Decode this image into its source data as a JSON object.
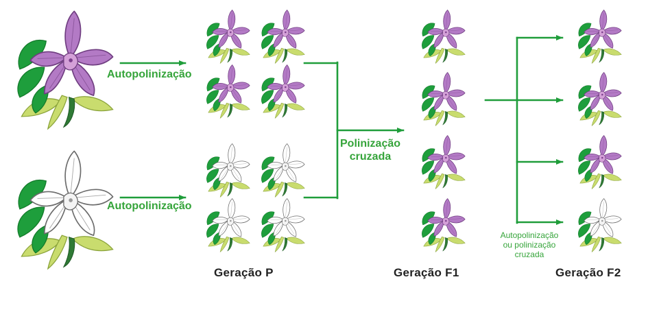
{
  "colors": {
    "arrow": "#1f9d3a",
    "label_green": "#35a43a",
    "purple_petal": "#b37ac5",
    "purple_petal_stroke": "#6f3d80",
    "purple_center": "#d4a0d8",
    "white_petal": "#ffffff",
    "white_petal_stroke": "#6b6b6b",
    "leaf_dark": "#1e9e3c",
    "leaf_light": "#c9dc6e",
    "text_dark": "#222222"
  },
  "labels": {
    "autopol_top": "Autopolinização",
    "autopol_bottom": "Autopolinização",
    "cross_line1": "Polinização",
    "cross_line2": "cruzada",
    "f2_note_line1": "Autopolinização",
    "f2_note_line2": "ou polinização",
    "f2_note_line3": "cruzada",
    "gen_p": "Geração P",
    "gen_f1": "Geração F1",
    "gen_f2": "Geração F2"
  },
  "icons": {
    "purple_flower": "purple-orchid-icon",
    "white_flower": "white-orchid-icon",
    "arrow": "arrow-right-icon"
  },
  "generations": {
    "parents": [
      "purple",
      "white"
    ],
    "P": [
      "purple",
      "purple",
      "purple",
      "purple",
      "white",
      "white",
      "white",
      "white"
    ],
    "F1": [
      "purple",
      "purple",
      "purple",
      "purple"
    ],
    "F2": [
      "purple",
      "purple",
      "purple",
      "white"
    ]
  }
}
